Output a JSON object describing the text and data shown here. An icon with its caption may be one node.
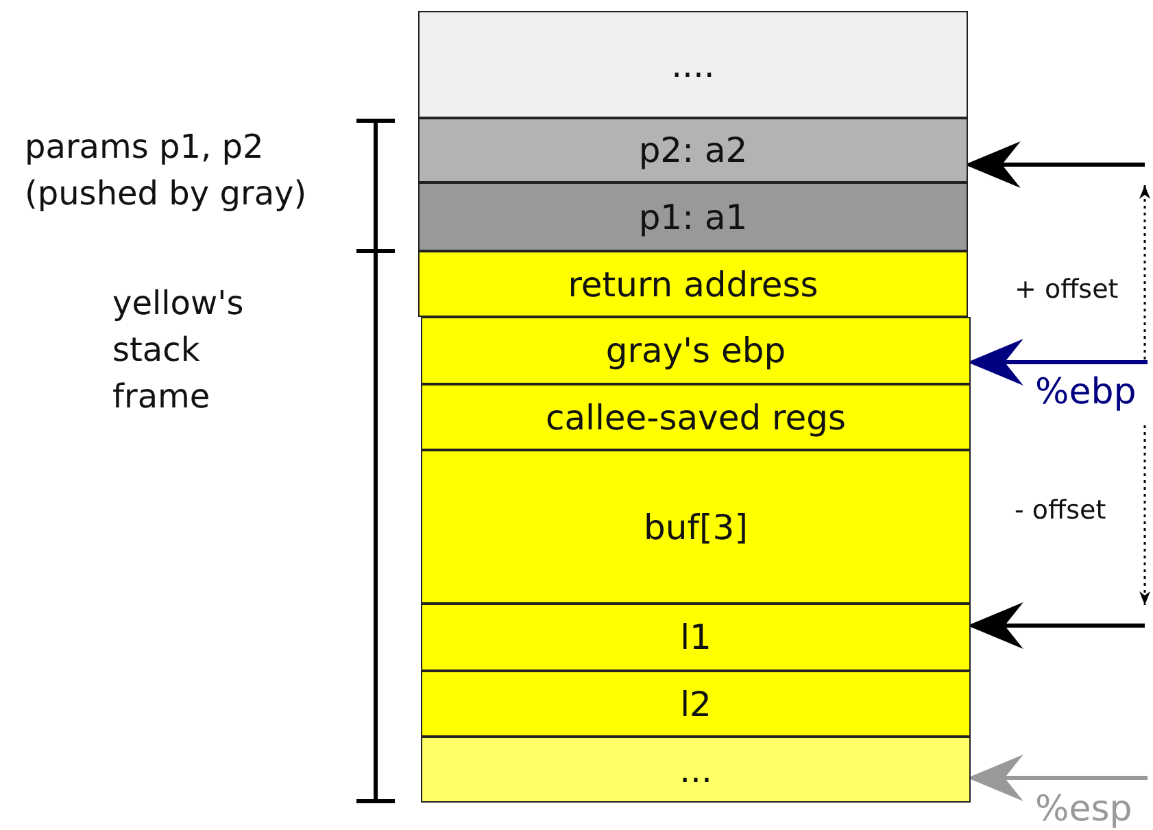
{
  "diagram": {
    "nodes": [
      {
        "text": [
          "...."
        ]
      },
      {
        "text": [
          "p2: a2"
        ]
      },
      {
        "text": [
          "p1: a1"
        ]
      },
      {
        "text": [
          "return address"
        ]
      },
      {
        "text": [
          "gray's ebp"
        ]
      },
      {
        "text": [
          "callee-saved regs"
        ]
      },
      {
        "text": [
          "buf[3]"
        ]
      },
      {
        "text": [
          "l1"
        ]
      },
      {
        "text": [
          "l2"
        ]
      },
      {
        "text": [
          "..."
        ]
      },
      {
        "text": [
          "%ebp"
        ]
      },
      {
        "text": [
          "%esp"
        ]
      }
    ],
    "edges": [
      {
        "from": null,
        "to": 1,
        "arrow": "to"
      },
      {
        "from": 10,
        "to": 4,
        "arrow": "to",
        "color": "#000080"
      },
      {
        "from": null,
        "to": 7,
        "arrow": "to"
      },
      {
        "from": 11,
        "to": 9,
        "arrow": "to",
        "color": "#999999"
      }
    ],
    "labels": [
      "params p1, p2 (pushed by gray)",
      "yellow's stack frame",
      "+ offset",
      "- offset"
    ]
  }
}
